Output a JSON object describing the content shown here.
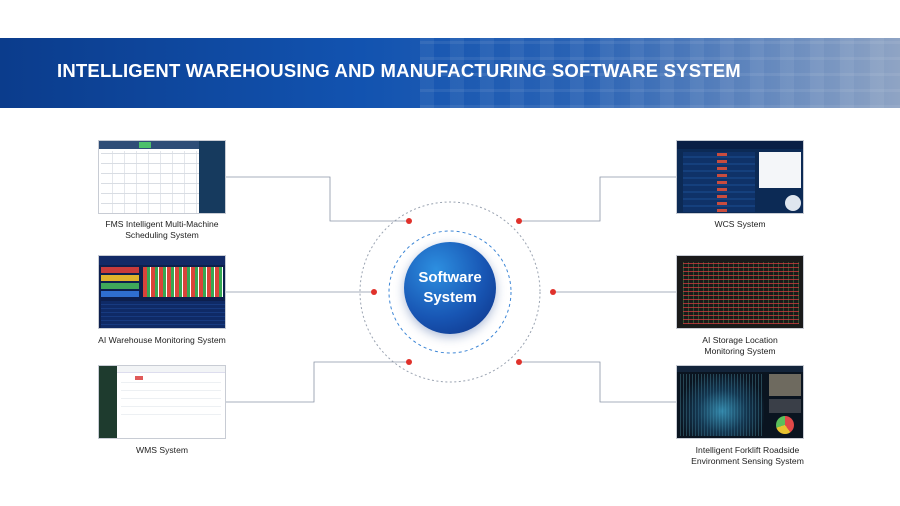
{
  "header": {
    "title": "INTELLIGENT WAREHOUSING AND MANUFACTURING SOFTWARE SYSTEM"
  },
  "center": {
    "line1": "Software",
    "line2": "System"
  },
  "modules": {
    "fms": {
      "line1": "FMS Intelligent Multi-Machine",
      "line2": "Scheduling System"
    },
    "ai_warehouse": {
      "line1": "AI Warehouse Monitoring System"
    },
    "wms": {
      "line1": "WMS System"
    },
    "wcs": {
      "line1": "WCS System"
    },
    "ai_storage": {
      "line1": "AI Storage Location",
      "line2": "Monitoring System"
    },
    "forklift": {
      "line1": "Intelligent Forklift Roadside",
      "line2": "Environment Sensing System"
    }
  },
  "colors": {
    "banner": "#1253b0",
    "connector_dot": "#e0312b",
    "connector_line": "#8a95a6",
    "core": "#1856b4"
  }
}
